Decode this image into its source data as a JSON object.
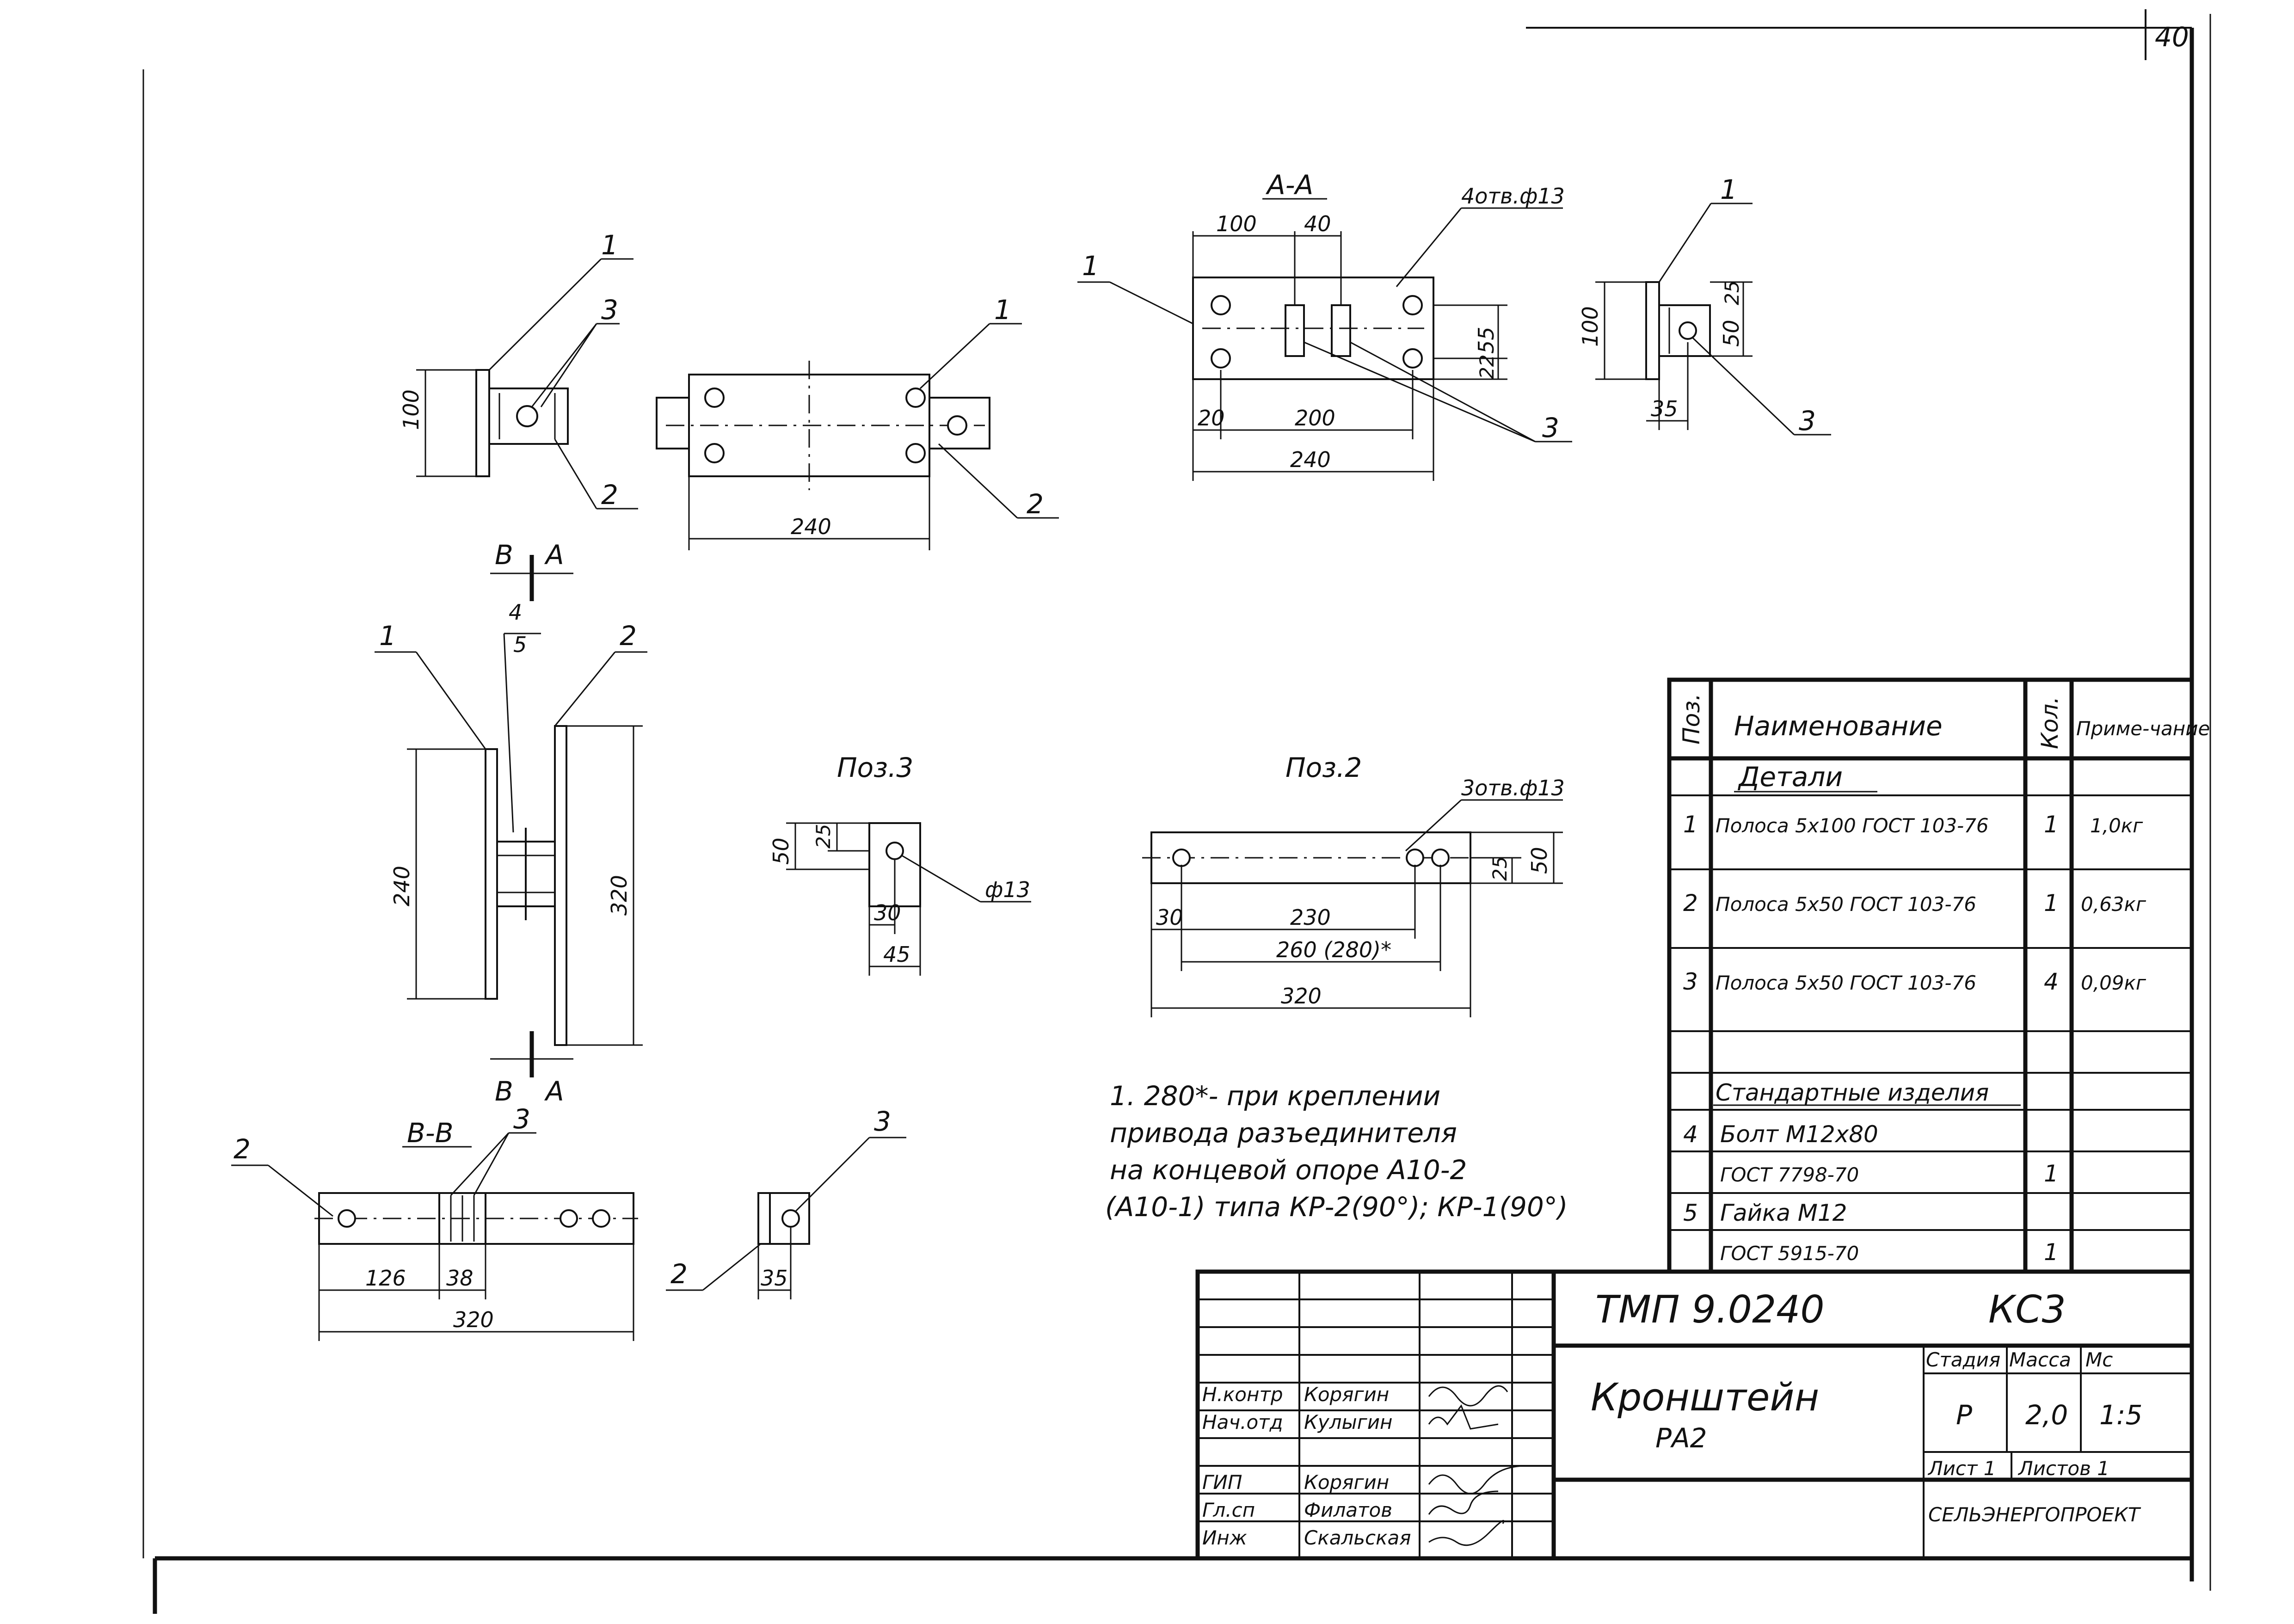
{
  "sheet_number": "40",
  "views": {
    "section_aa": "А-А",
    "section_bb": "В-В",
    "cut_marks": [
      "В",
      "А"
    ],
    "pos3_title": "Поз.3",
    "pos2_title": "Поз.2"
  },
  "dims": {
    "v1_h": "100",
    "v2_w": "240",
    "aa_100": "100",
    "aa_40": "40",
    "aa_holes": "4отв.ф13",
    "aa_20": "20",
    "aa_200": "200",
    "aa_240": "240",
    "aa_55": "55",
    "aa_22": "22",
    "side_100": "100",
    "side_25": "25",
    "side_50": "50",
    "side_35": "35",
    "fr_240": "240",
    "fr_320": "320",
    "p3_50": "50",
    "p3_25": "25",
    "p3_30": "30",
    "p3_45": "45",
    "p3_d13": "ф13",
    "p2_holes": "3отв.ф13",
    "p2_30": "30",
    "p2_230": "230",
    "p2_260": "260 (280)*",
    "p2_320": "320",
    "p2_50": "50",
    "p2_25": "25",
    "bb_126": "126",
    "bb_38": "38",
    "bb_320": "320",
    "sm_35": "35"
  },
  "leaders": {
    "n1": "1",
    "n2": "2",
    "n3": "3",
    "n4": "4",
    "n5": "5"
  },
  "note": [
    "1. 280*- при креплении",
    "привода разъединителя",
    "на концевой опоре А10-2",
    "(А10-1) типа КР-2(90°); КР-1(90°)"
  ],
  "spec": {
    "headers": {
      "pos": "Поз.",
      "name": "Наименование",
      "qty": "Кол.",
      "note": "Приме-чание"
    },
    "section_details": "Детали",
    "rows": [
      {
        "pos": "1",
        "name": "Полоса 5х100 ГОСТ 103-76",
        "qty": "1",
        "note": "1,0кг"
      },
      {
        "pos": "2",
        "name": "Полоса 5х50 ГОСТ 103-76",
        "qty": "1",
        "note": "0,63кг"
      },
      {
        "pos": "3",
        "name": "Полоса 5х50 ГОСТ 103-76",
        "qty": "4",
        "note": "0,09кг"
      }
    ],
    "section_standard": "Стандартные изделия",
    "std_rows": [
      {
        "pos": "4",
        "name": "Болт М12х80",
        "qty": "",
        "note": ""
      },
      {
        "pos": "",
        "name": "ГОСТ 7798-70",
        "qty": "1",
        "note": ""
      },
      {
        "pos": "5",
        "name": "Гайка М12",
        "qty": "",
        "note": ""
      },
      {
        "pos": "",
        "name": "ГОСТ 5915-70",
        "qty": "1",
        "note": ""
      }
    ]
  },
  "title_block": {
    "doc_code": "ТМП 9.0240",
    "section_code": "КС3",
    "title_line1": "Кронштейн",
    "title_line2": "РА2",
    "stage_label": "Стадия",
    "mass_label": "Масса",
    "scale_label": "Мс",
    "stage": "Р",
    "mass": "2,0",
    "scale": "1:5",
    "sheet_label": "Лист 1",
    "sheets_label": "Листов 1",
    "org": "СЕЛЬЭНЕРГОПРОЕКТ",
    "staff": [
      {
        "role": "Н.контр",
        "name": "Корягин"
      },
      {
        "role": "Нач.отд",
        "name": "Кулыгин"
      },
      {
        "role": "ГИП",
        "name": "Корягин"
      },
      {
        "role": "Гл.сп",
        "name": "Филатов"
      },
      {
        "role": "Инж",
        "name": "Скальская"
      }
    ]
  }
}
